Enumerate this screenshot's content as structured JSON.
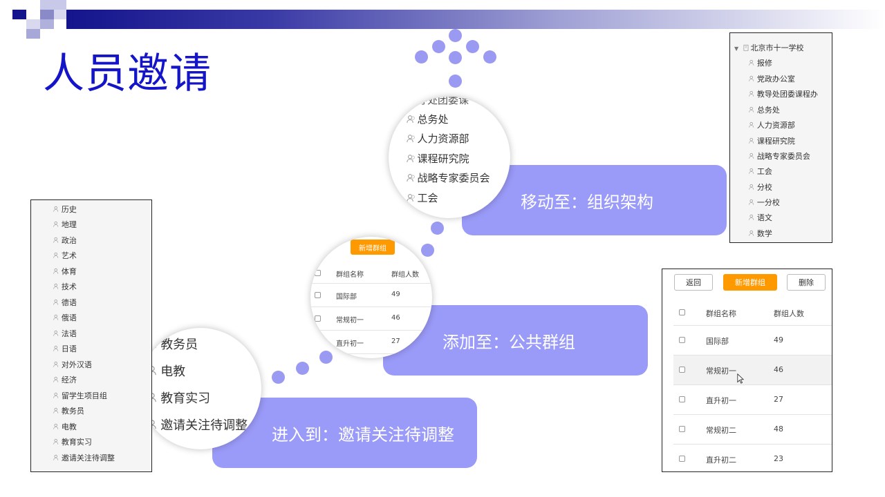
{
  "title": "人员邀请",
  "callouts": {
    "move": "移动至：组织架构",
    "add": "添加至：公共群组",
    "enter": "进入到：邀请关注待调整"
  },
  "circle_top": {
    "cut_top": "教导处团委课",
    "items": [
      "总务处",
      "人力资源部",
      "课程研究院",
      "战略专家委员会",
      "工会"
    ]
  },
  "circle_mid": {
    "add_btn": "新增群组",
    "headers": [
      "群组名称",
      "群组人数"
    ],
    "rows": [
      {
        "name": "国际部",
        "count": "49"
      },
      {
        "name": "常规初一",
        "count": "46"
      },
      {
        "name": "直升初一",
        "count": "27"
      }
    ]
  },
  "circle_bottom": {
    "items": [
      "教务员",
      "电教",
      "教育实习",
      "邀请关注待调整"
    ]
  },
  "left_panel": {
    "items": [
      "历史",
      "地理",
      "政治",
      "艺术",
      "体育",
      "技术",
      "德语",
      "俄语",
      "法语",
      "日语",
      "对外汉语",
      "经济",
      "留学生项目组",
      "教务员",
      "电教",
      "教育实习",
      "邀请关注待调整"
    ]
  },
  "org_panel": {
    "root": "北京市十一学校",
    "items": [
      "报修",
      "党政办公室",
      "教导处团委课程办",
      "总务处",
      "人力资源部",
      "课程研究院",
      "战略专家委员会",
      "工会",
      "分校",
      "一分校",
      "语文",
      "数学"
    ]
  },
  "group_panel": {
    "buttons": {
      "back": "返回",
      "add": "新增群组",
      "delete": "删除"
    },
    "headers": [
      "群组名称",
      "群组人数"
    ],
    "rows": [
      {
        "name": "国际部",
        "count": "49"
      },
      {
        "name": "常规初一",
        "count": "46"
      },
      {
        "name": "直升初一",
        "count": "27"
      },
      {
        "name": "常规初二",
        "count": "48"
      },
      {
        "name": "直升初二",
        "count": "23"
      }
    ]
  },
  "colors": {
    "accent": "#9a9af8",
    "title": "#1414c8",
    "orange": "#ff9900"
  }
}
